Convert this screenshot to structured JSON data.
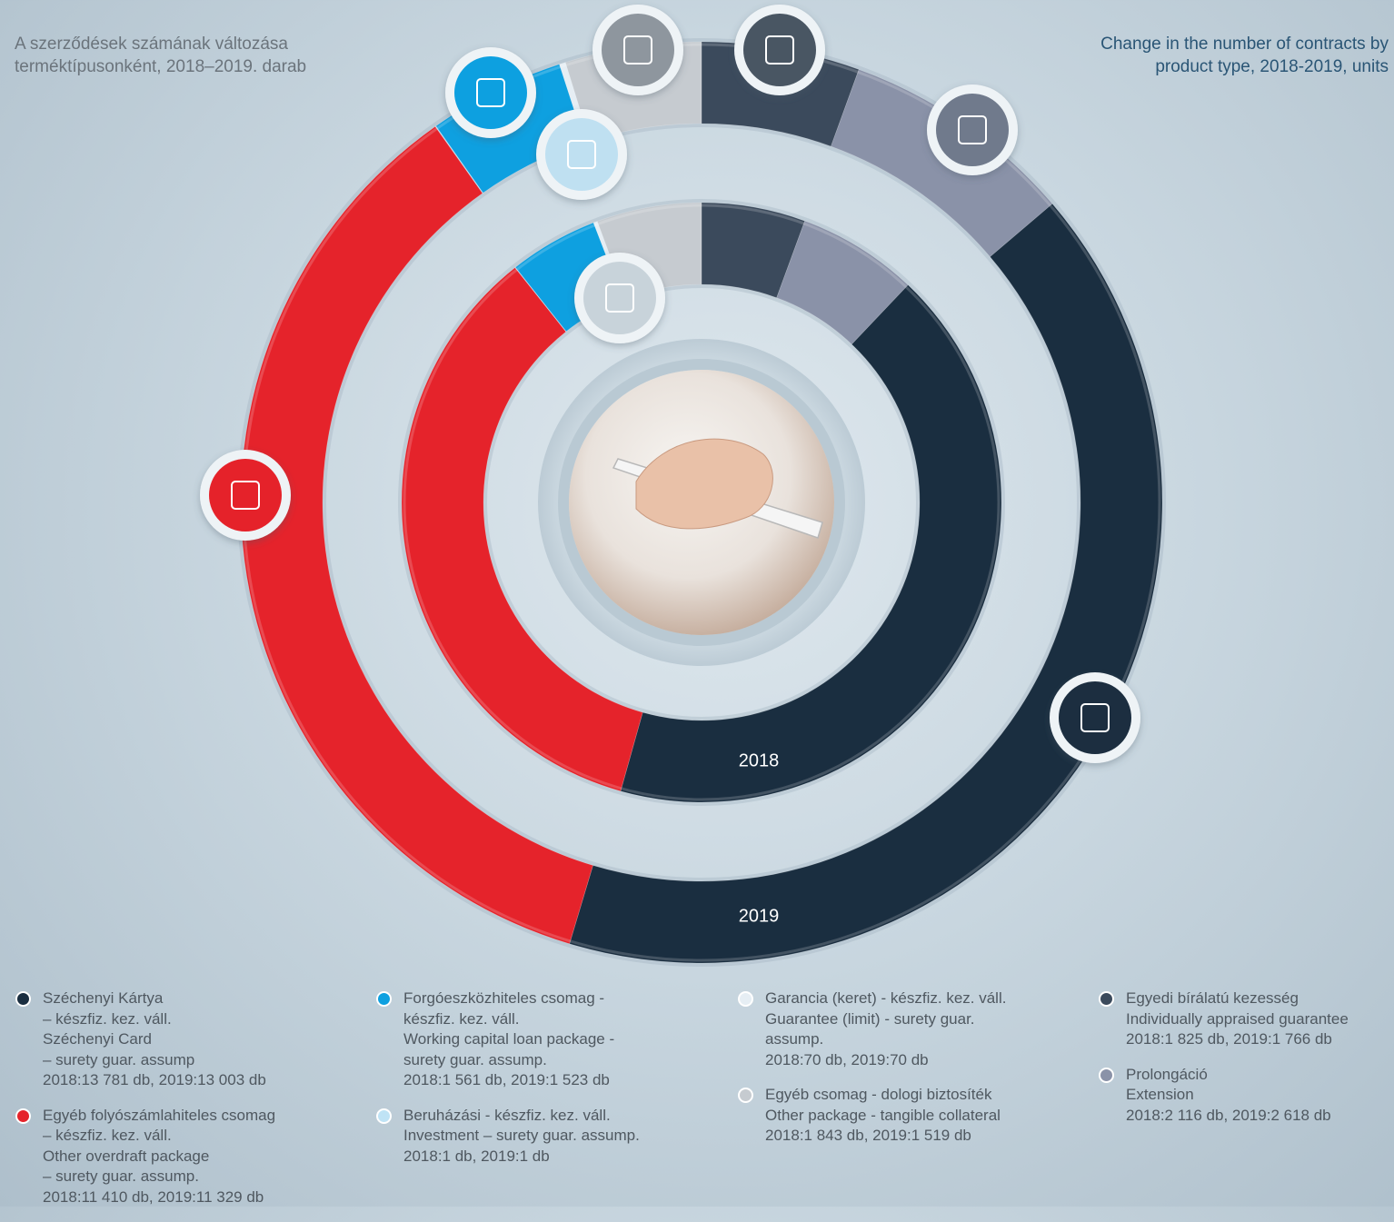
{
  "title": {
    "hu": [
      "A szerződések számának változása",
      "terméktípusonként, 2018–2019. darab"
    ],
    "en": [
      "Change in the number of contracts by",
      "product type, 2018-2019, units"
    ]
  },
  "icons": [
    "scroll-icon",
    "gears-icon",
    "building-icon",
    "briefcase-icon",
    "stamp-icon",
    "fountain-pen-icon",
    "signature-icon",
    "credit-card-icon"
  ],
  "chart_data": {
    "type": "donut",
    "rings": [
      {
        "name": "2018",
        "label": "2018",
        "values": {
          "sz_kartya": 13781,
          "egyeb_folyo": 11410,
          "beruhazasi": 1,
          "forgoeszkoz": 1561,
          "garancia": 70,
          "egyeb_csomag": 1843,
          "egyedi": 1825,
          "prolongacio": 2116
        }
      },
      {
        "name": "2019",
        "label": "2019",
        "values": {
          "sz_kartya": 13003,
          "egyeb_folyo": 11329,
          "beruhazasi": 1,
          "forgoeszkoz": 1523,
          "garancia": 70,
          "egyeb_csomag": 1519,
          "egyedi": 1766,
          "prolongacio": 2618
        }
      }
    ],
    "clockwise_order": [
      "egyedi",
      "prolongacio",
      "sz_kartya",
      "egyeb_folyo",
      "beruhazasi",
      "forgoeszkoz",
      "garancia",
      "egyeb_csomag"
    ],
    "series": [
      {
        "key": "sz_kartya",
        "color": "#1a2e40",
        "lines": [
          "Széchenyi Kártya",
          "– készfiz. kez. váll.",
          "Széchenyi Card",
          "– surety guar. assump",
          "2018:13 781 db, 2019:13 003 db"
        ]
      },
      {
        "key": "egyeb_folyo",
        "color": "#e5232b",
        "lines": [
          "Egyéb folyószámlahiteles csomag",
          "– készfiz. kez. váll.",
          "Other overdraft package",
          "– surety guar. assump.",
          "2018:11 410 db, 2019:11 329 db"
        ]
      },
      {
        "key": "forgoeszkoz",
        "color": "#0ea0e0",
        "lines": [
          "Forgóeszközhiteles csomag -",
          "készfiz. kez. váll.",
          "Working capital loan package -",
          "surety guar. assump.",
          "2018:1 561 db, 2019:1 523 db"
        ]
      },
      {
        "key": "beruhazasi",
        "color": "#bfe3f5",
        "lines": [
          "Beruházási - készfiz. kez. váll.",
          "Investment – surety guar. assump.",
          "2018:1 db, 2019:1 db"
        ]
      },
      {
        "key": "garancia",
        "color": "#e6eef4",
        "lines": [
          "Garancia (keret) - készfiz. kez. váll.",
          "Guarantee (limit) - surety guar.",
          "assump.",
          "2018:70 db, 2019:70 db"
        ]
      },
      {
        "key": "egyeb_csomag",
        "color": "#c6cbd0",
        "lines": [
          "Egyéb csomag - dologi biztosíték",
          "Other package - tangible collateral",
          "2018:1 843 db, 2019:1 519 db"
        ]
      },
      {
        "key": "egyedi",
        "color": "#3b4a5c",
        "lines": [
          "Egyedi bírálatú kezesség",
          "Individually appraised guarantee",
          "2018:1 825 db, 2019:1 766 db"
        ]
      },
      {
        "key": "prolongacio",
        "color": "#8a92a8",
        "lines": [
          "Prolongáció",
          "Extension",
          "2018:2 116 db, 2019:2 618 db"
        ]
      }
    ],
    "legend_columns": [
      [
        "sz_kartya",
        "egyeb_folyo"
      ],
      [
        "forgoeszkoz",
        "beruhazasi"
      ],
      [
        "garancia",
        "egyeb_csomag"
      ],
      [
        "egyedi",
        "prolongacio"
      ]
    ]
  }
}
